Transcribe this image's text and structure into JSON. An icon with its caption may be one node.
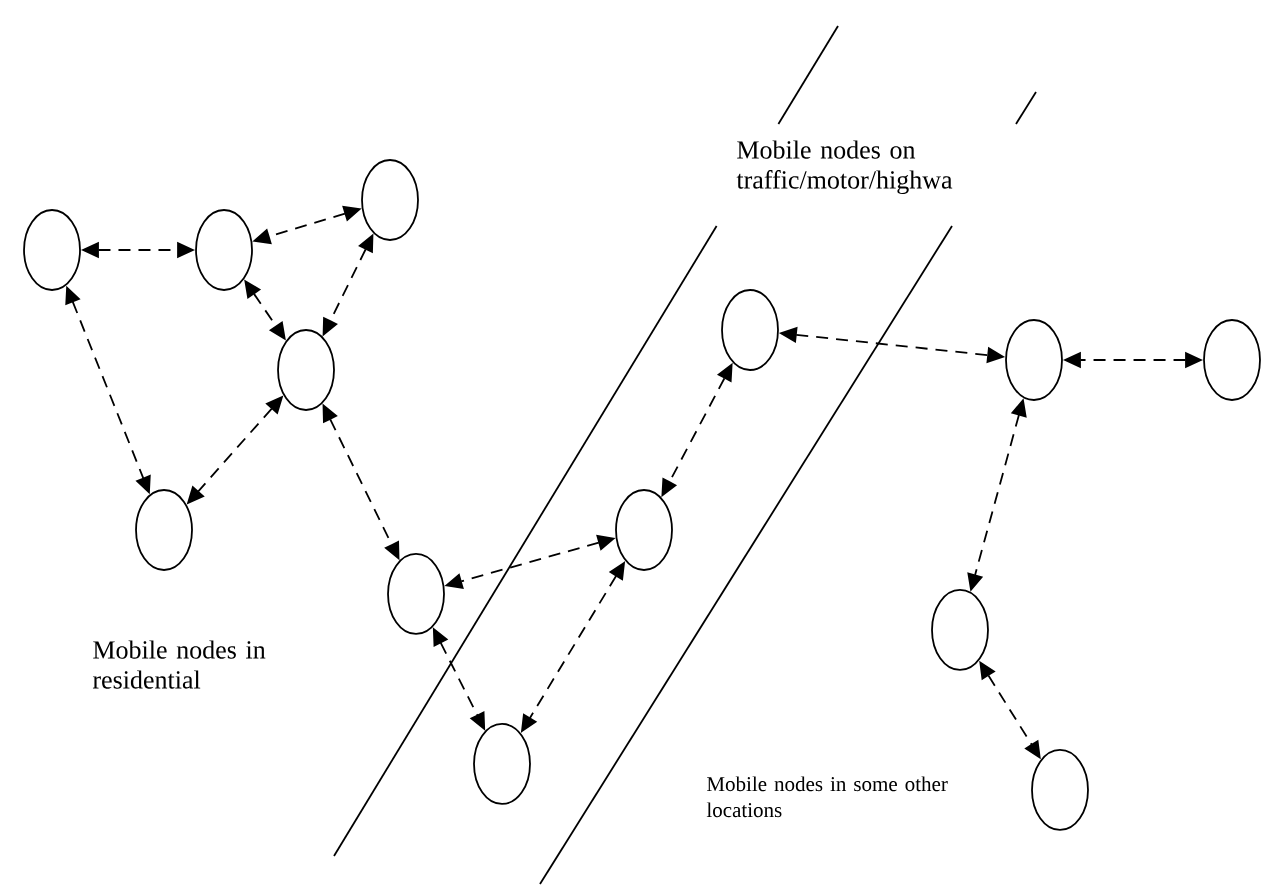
{
  "diagram": {
    "nodes": [
      {
        "text": [],
        "shape": "circle"
      },
      {
        "text": [],
        "shape": "circle"
      },
      {
        "text": [],
        "shape": "circle"
      },
      {
        "text": [],
        "shape": "circle"
      },
      {
        "text": [],
        "shape": "circle"
      },
      {
        "text": [],
        "shape": "circle"
      },
      {
        "text": [],
        "shape": "circle"
      },
      {
        "text": [],
        "shape": "circle"
      },
      {
        "text": [],
        "shape": "circle"
      },
      {
        "text": [],
        "shape": "circle"
      },
      {
        "text": [],
        "shape": "circle"
      },
      {
        "text": [],
        "shape": "circle"
      },
      {
        "text": [],
        "shape": "circle"
      }
    ],
    "edges": [
      {
        "from": 0,
        "to": 1,
        "arrow": "both",
        "style": "dashed"
      },
      {
        "from": 2,
        "to": 1,
        "arrow": "both",
        "style": "dashed"
      },
      {
        "from": 2,
        "to": 3,
        "arrow": "both",
        "style": "dashed"
      },
      {
        "from": 1,
        "to": 3,
        "arrow": "both",
        "style": "dashed"
      },
      {
        "from": 0,
        "to": 4,
        "arrow": "both",
        "style": "dashed"
      },
      {
        "from": 3,
        "to": 4,
        "arrow": "both",
        "style": "dashed"
      },
      {
        "from": 3,
        "to": 5,
        "arrow": "both",
        "style": "dashed"
      },
      {
        "from": 6,
        "to": 5,
        "arrow": "both",
        "style": "dashed"
      },
      {
        "from": 5,
        "to": 11,
        "arrow": "both",
        "style": "dashed"
      },
      {
        "from": 7,
        "to": 6,
        "arrow": "both",
        "style": "dashed"
      },
      {
        "from": 6,
        "to": 11,
        "arrow": "both",
        "style": "dashed"
      },
      {
        "from": 7,
        "to": 8,
        "arrow": "both",
        "style": "dashed"
      },
      {
        "from": 9,
        "to": 8,
        "arrow": "both",
        "style": "dashed"
      },
      {
        "from": 8,
        "to": 10,
        "arrow": "both",
        "style": "dashed"
      },
      {
        "from": 10,
        "to": 12,
        "arrow": "both",
        "style": "dashed"
      }
    ],
    "labels": [
      "Mobile nodes on traffic/motor/highwa",
      "Mobile nodes in residential",
      "Mobile nodes in some other locations"
    ]
  }
}
